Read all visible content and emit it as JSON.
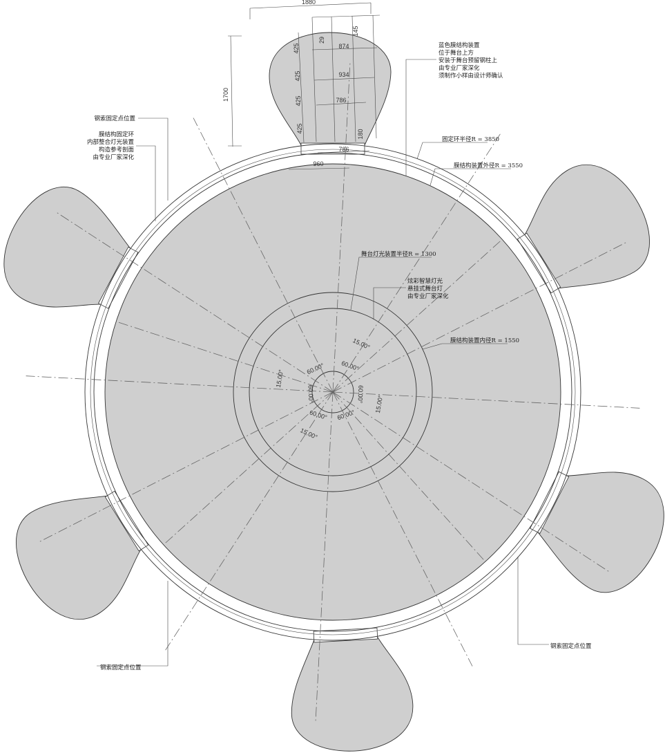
{
  "drawing": {
    "colors": {
      "membrane_fill": "#cfcfcf",
      "line": "#333333",
      "background": "#ffffff"
    },
    "annotations": {
      "membrane_note": [
        "蓝色膜结构装置",
        "位于舞台上方",
        "安装于舞台预留钢柱上",
        "由专业厂家深化",
        "须制作小样由设计师确认"
      ],
      "fixed_ring_radius": "固定环半径R = 3850",
      "membrane_outer_radius": "膜结构装置外径R = 3550",
      "cable_point_top_left": "钢索固定点位置",
      "ring_note": [
        "膜结构固定环",
        "内部整合灯光装置",
        "构造参考剖面",
        "由专业厂家深化"
      ],
      "stage_light_radius": "舞台灯光装置半径R = 1300",
      "light_note": [
        "炫彩智慧灯光",
        "悬挂式舞台灯",
        "由专业厂家深化"
      ],
      "membrane_inner_radius": "膜结构装置内径R = 1550",
      "cable_point_bottom_left": "钢索固定点位置",
      "cable_point_bottom_right": "钢索固定点位置"
    },
    "dimensions": {
      "overall_width": "1880",
      "overall_height": "1700",
      "segment_heights": [
        "425",
        "425",
        "425",
        "425"
      ],
      "width_1": "874",
      "width_2": "934",
      "width_3": "786",
      "offset_top": "29",
      "top_gap": "145",
      "bottom_gap": "180",
      "neck_width": "786",
      "base_width": "960"
    },
    "angles": {
      "center": [
        "60.00°",
        "60.00°",
        "60.00°",
        "60.00°",
        "60.00°",
        "60.00°"
      ],
      "offset": [
        "15.00°",
        "15.00°",
        "15.00°",
        "15.00°"
      ]
    }
  }
}
